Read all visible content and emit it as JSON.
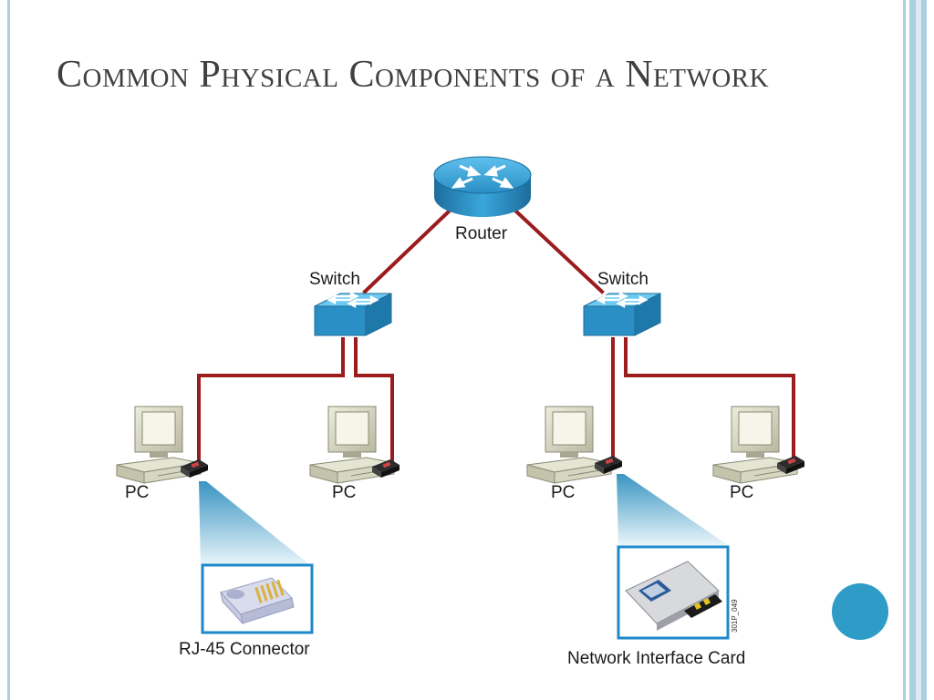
{
  "slide": {
    "title": "Common Physical Components of a Network"
  },
  "diagram": {
    "router": {
      "label": "Router",
      "icon": "router-icon"
    },
    "switches": [
      {
        "label": "Switch",
        "icon": "switch-icon"
      },
      {
        "label": "Switch",
        "icon": "switch-icon"
      }
    ],
    "pcs": [
      {
        "label": "PC",
        "icon": "pc-icon"
      },
      {
        "label": "PC",
        "icon": "pc-icon"
      },
      {
        "label": "PC",
        "icon": "pc-icon"
      },
      {
        "label": "PC",
        "icon": "pc-icon"
      }
    ],
    "callouts": [
      {
        "label": "RJ-45 Connector",
        "icon": "rj45-connector-icon"
      },
      {
        "label": "Network Interface Card",
        "icon": "network-interface-card-icon",
        "code": "301P_049"
      }
    ]
  },
  "colors": {
    "cable": "#9b1c1c",
    "device_blue": "#2a8fc4",
    "frame_blue": "#1e88c9",
    "accent_circle": "#2e9cc7",
    "border_blue": "#a9cfe3"
  }
}
